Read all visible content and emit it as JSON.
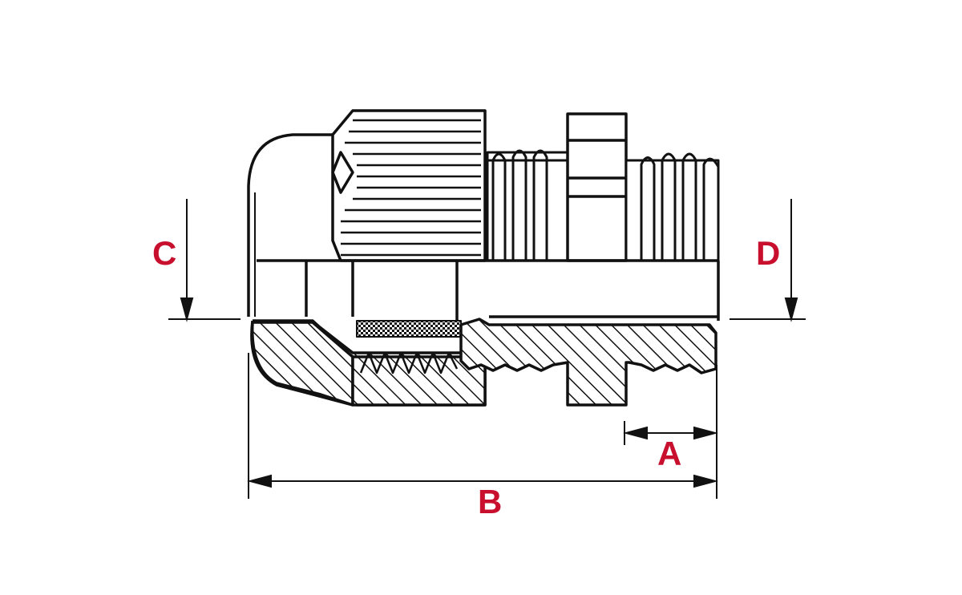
{
  "diagram": {
    "type": "cable gland technical drawing",
    "accent_color": "#c8102e",
    "line_color": "#111111",
    "labels": {
      "a": "A",
      "b": "B",
      "c": "C",
      "d": "D"
    }
  }
}
